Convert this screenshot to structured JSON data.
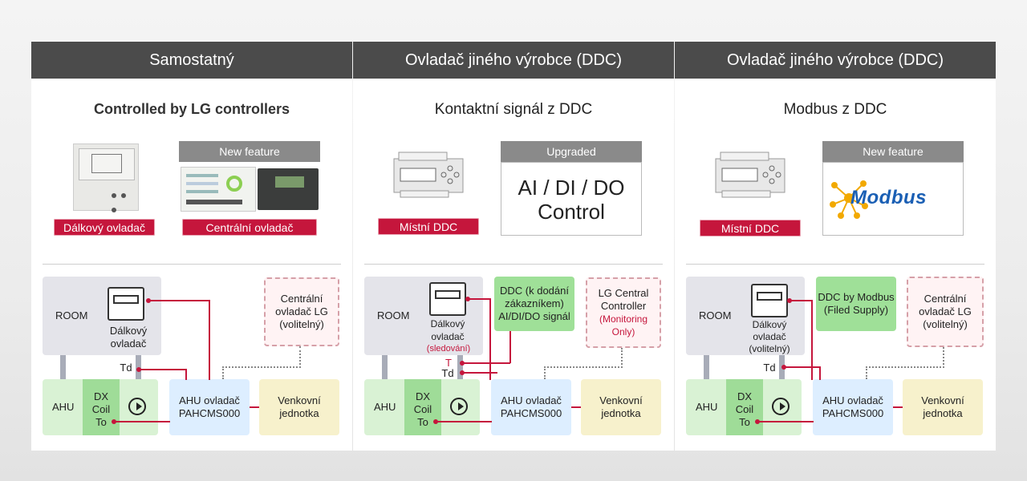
{
  "panels": [
    {
      "header": "Samostatný",
      "subtitle": "Controlled by LG controllers",
      "feature1_label": "Dálkový ovladač",
      "feature2_tag": "New feature",
      "feature2_label": "Centrální ovladač",
      "diagram": {
        "room": "ROOM",
        "remote": "Dálkový ovladač",
        "central": "Centrální ovladač LG (volitelný)",
        "td": "Td",
        "ahu": "AHU",
        "coil": "DX Coil",
        "to": "To",
        "ctrl": "AHU ovladač PAHCMS000",
        "outdoor": "Venkovní jednotka"
      }
    },
    {
      "header": "Ovladač jiného výrobce (DDC)",
      "subtitle": "Kontaktní signál z DDC",
      "feature1_label": "Místní DDC",
      "feature2_tag": "Upgraded",
      "feature2_text1": "AI / DI / DO",
      "feature2_text2": "Control",
      "diagram": {
        "room": "ROOM",
        "remote": "Dálkový ovladač",
        "remote_note": "(sledování)",
        "ddc": "DDC (k dodání zákazníkem) AI/DI/DO signál",
        "central": "LG Central Controller",
        "central_note": "(Monitoring Only)",
        "t": "T",
        "td": "Td",
        "ahu": "AHU",
        "coil": "DX Coil",
        "to": "To",
        "ctrl": "AHU ovladač PAHCMS000",
        "outdoor": "Venkovní jednotka"
      }
    },
    {
      "header": "Ovladač jiného výrobce (DDC)",
      "subtitle": "Modbus z DDC",
      "feature1_label": "Místní DDC",
      "feature2_tag": "New feature",
      "feature2_logo": "Modbus",
      "diagram": {
        "room": "ROOM",
        "remote": "Dálkový ovladač (volitelný)",
        "ddc": "DDC by Modbus (Filed Supply)",
        "central": "Centrální ovladač LG (volitelný)",
        "td": "Td",
        "ahu": "AHU",
        "coil": "DX Coil",
        "to": "To",
        "ctrl": "AHU ovladač PAHCMS000",
        "outdoor": "Venkovní jednotka"
      }
    }
  ],
  "colors": {
    "accent": "#c5163c",
    "header": "#4b4b4b",
    "tag": "#8a8a8a"
  }
}
